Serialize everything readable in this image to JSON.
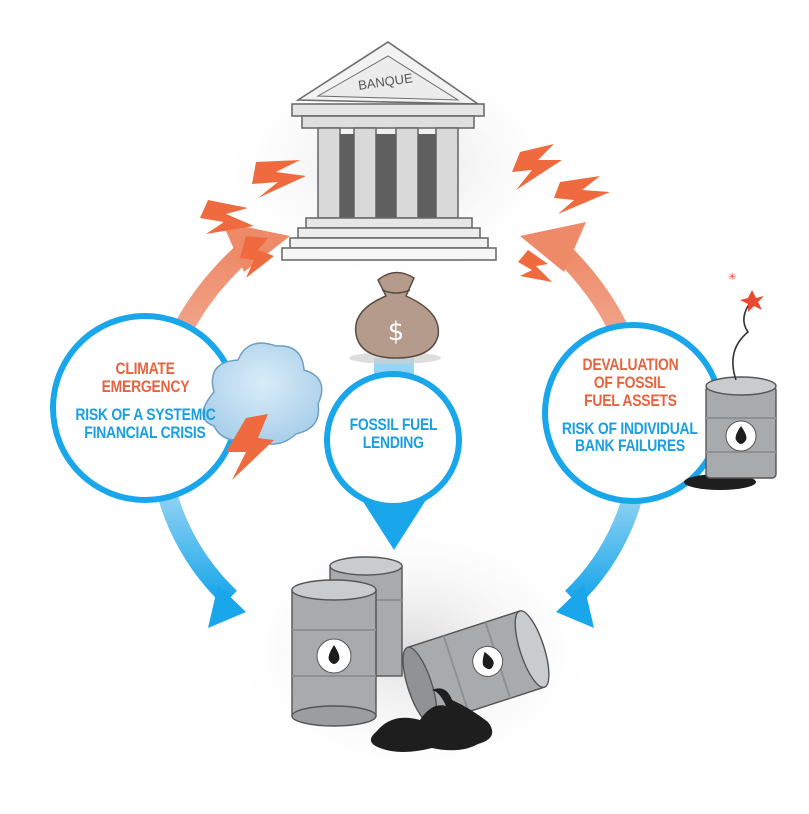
{
  "bank": {
    "sign": "BANQUE"
  },
  "left_node": {
    "orange_line1": "CLIMATE",
    "orange_line2": "EMERGENCY",
    "blue_line1": "RISK OF A SYSTEMIC",
    "blue_line2": "FINANCIAL CRISIS"
  },
  "center_node": {
    "line1": "FOSSIL FUEL",
    "line2": "LENDING"
  },
  "right_node": {
    "orange_line1": "DEVALUATION",
    "orange_line2": "OF FOSSIL",
    "orange_line3": "FUEL ASSETS",
    "blue_line1": "RISK OF INDIVIDUAL",
    "blue_line2": "BANK FAILURES"
  },
  "colors": {
    "orange_arrow": "#ee8a68",
    "blue_arrow": "#1aa6ea",
    "orange_text": "#e4653f",
    "blue_text": "#1b9fe0",
    "lightning": "#ef6a3e",
    "barrel": "#a7abae",
    "oil": "#1e1e1e"
  },
  "icons": [
    "bank-icon",
    "lightning-bolt-icon",
    "money-bag-icon",
    "cloud-icon",
    "bomb-icon",
    "oil-barrel-icon",
    "oil-drop-icon"
  ]
}
